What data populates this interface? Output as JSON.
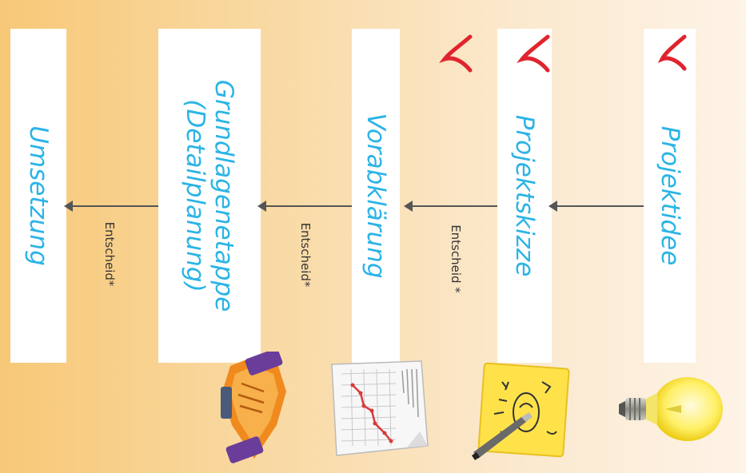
{
  "phases": [
    {
      "id": "projektidee",
      "label": "Projektidee",
      "icon": "lightbulb-icon",
      "checked": true
    },
    {
      "id": "projektskizze",
      "label": "Projektskizze",
      "icon": "sticky-note-pen-icon",
      "checked": true
    },
    {
      "id": "vorabklaerung",
      "label": "Vorabklärung",
      "icon": "report-chart-icon",
      "checked": true
    },
    {
      "id": "grundlagenetappe",
      "label": "Grundlagenetappe (Detailplanung)",
      "icon": "handshake-icon",
      "checked": false
    },
    {
      "id": "umsetzung",
      "label": "Umsetzung",
      "icon": null,
      "checked": false
    }
  ],
  "decisions": [
    {
      "label": ""
    },
    {
      "label": "Entscheid *"
    },
    {
      "label": "Entscheid*"
    },
    {
      "label": "Entscheid*"
    }
  ],
  "colors": {
    "phase_text": "#2bb4e6",
    "check_mark": "#e0242e",
    "arrow": "#555555"
  }
}
